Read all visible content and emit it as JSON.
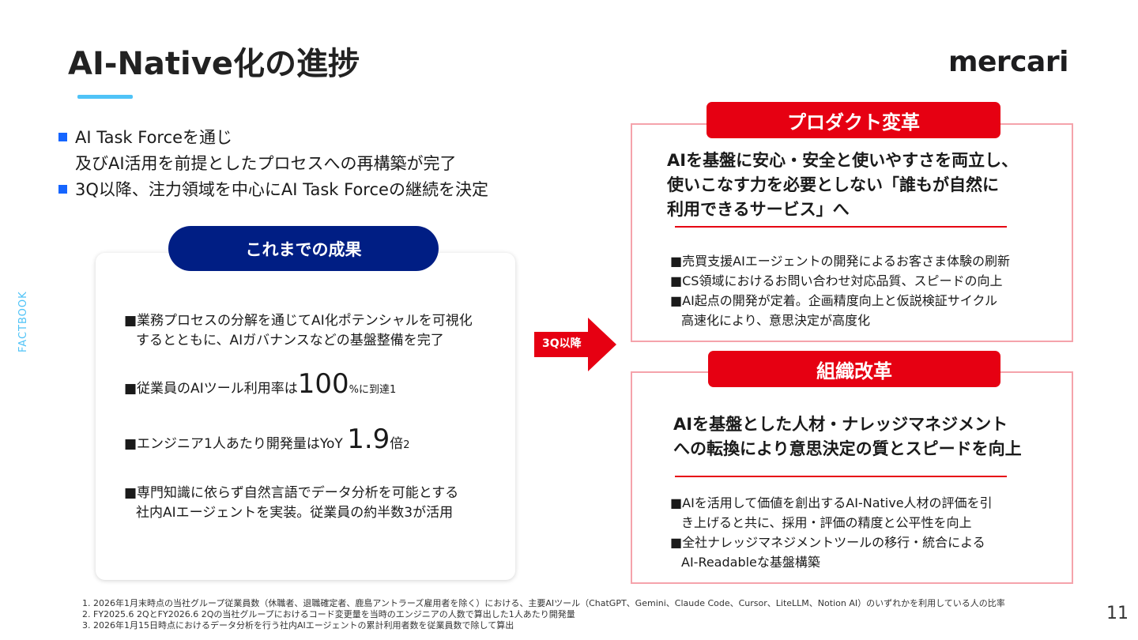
{
  "title": "AI-Native化の進捗",
  "logo": "mercari",
  "side_label": "FACTBOOK",
  "bullets": [
    {
      "line1": "AI Task Forceを通じ",
      "line2": "及びAI活用を前提としたプロセスへの再構築が完了"
    },
    {
      "line1": "3Q以降、注力領域を中心にAI Task Forceの継続を決定"
    }
  ],
  "results": {
    "header": "これまでの成果",
    "item1_line1": "■業務プロセスの分解を通じてAI化ポテンシャルを可視化",
    "item1_line2": "するとともに、AIガバナンスなどの基盤整備を完了",
    "item2_prefix": "■従業員のAIツール利用率は",
    "item2_value": "100",
    "item2_suffix": "%に到達",
    "item2_note": "1",
    "item3_prefix": "■エンジニア1人あたり開発量はYoY ",
    "item3_value": "1.9",
    "item3_suffix": "倍",
    "item3_note": "2",
    "item4_line1": "■専門知識に依らず自然言語でデータ分析を可能とする",
    "item4_line2": "社内AIエージェントを実装。従業員の約半数3が活用"
  },
  "arrow_label": "3Q以降",
  "product": {
    "tab": "プロダクト変革",
    "head_line1": "AIを基盤に安心・安全と使いやすさを両立し、",
    "head_line2": "使いこなす力を必要としない「誰もが自然に",
    "head_line3": "利用できるサービス」へ",
    "item1": "■売買支援AIエージェントの開発によるお客さま体験の刷新",
    "item2": "■CS領域におけるお問い合わせ対応品質、スピードの向上",
    "item3_line1": "■AI起点の開発が定着。企画精度向上と仮説検証サイクル",
    "item3_line2": "高速化により、意思決定が高度化"
  },
  "org": {
    "tab": "組織改革",
    "head_line1": "AIを基盤とした人材・ナレッジマネジメント",
    "head_line2": "への転換により意思決定の質とスピードを向上",
    "item1_line1": "■AIを活用して価値を創出するAI-Native人材の評価を引",
    "item1_line2": "き上げると共に、採用・評価の精度と公平性を向上",
    "item2_line1": "■全社ナレッジマネジメントツールの移行・統合による",
    "item2_line2": "AI-Readableな基盤構築"
  },
  "footnotes": [
    "1. 2026年1月末時点の当社グループ従業員数（休職者、退職確定者、鹿島アントラーズ雇用者を除く）における、主要AIツール（ChatGPT、Gemini、Claude Code、Cursor、LiteLLM、Notion AI）のいずれかを利用している人の比率",
    "2. FY2025.6 2QとFY2026.6 2Qの当社グループにおけるコード変更量を当時のエンジニアの人数で算出した1人あたり開発量",
    "3. 2026年1月15日時点におけるデータ分析を行う社内AIエージェントの累計利用者数を従業員数で除して算出"
  ],
  "page_number": "11",
  "colors": {
    "accent_red": "#e60012",
    "navy": "#001e84",
    "accent_blue": "#1565ff",
    "light_blue": "#4fc3f7",
    "panel_border": "#f5a3ab"
  }
}
